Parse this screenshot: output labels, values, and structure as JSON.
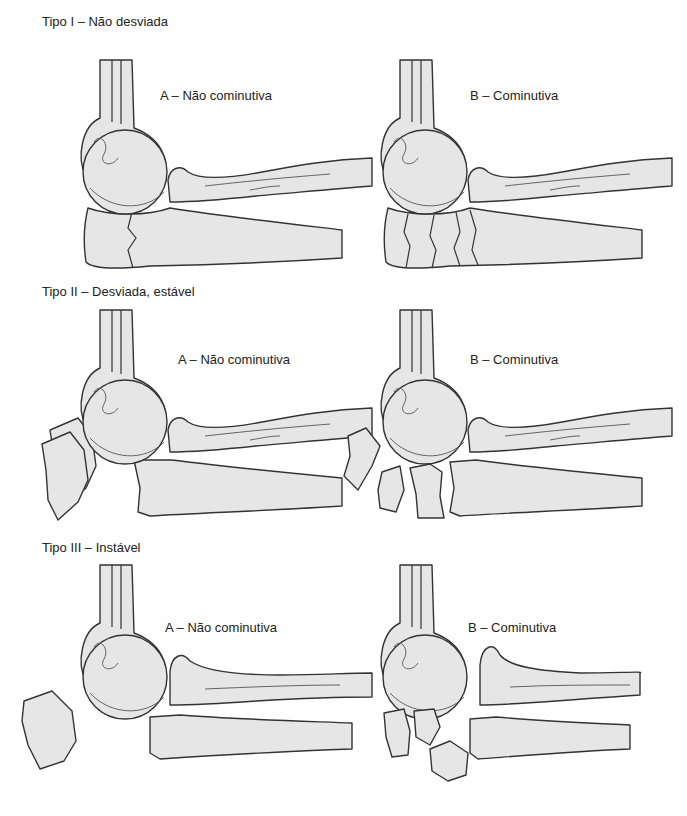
{
  "diagram": {
    "labels": [
      "Tipo I – Não desviada",
      "A – Não cominutiva",
      "B – Cominutiva",
      "Tipo II – Desviada, estável",
      "A – Não cominutiva",
      "B – Cominutiva",
      "Tipo III – Instável",
      "A – Não cominutiva",
      "B – Cominutiva"
    ]
  }
}
